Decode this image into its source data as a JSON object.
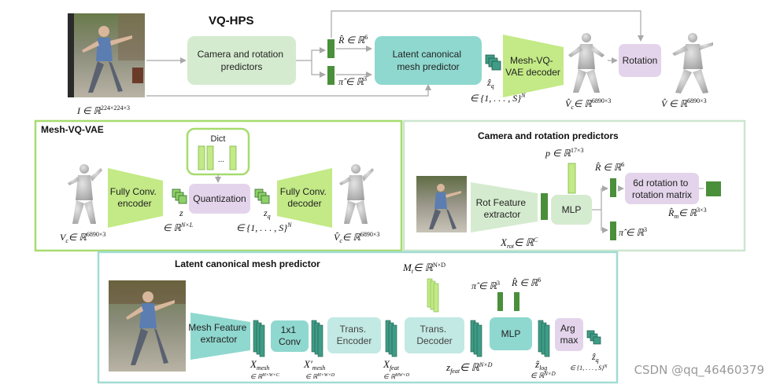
{
  "top": {
    "title": "VQ-HPS",
    "input_math": "I ∈ ℝ^{224×224×3}",
    "input_label_a": "I ∈ ℝ",
    "input_label_sup": "224×224×3",
    "camera_box": [
      "Camera and rotation",
      "predictors"
    ],
    "r_hat": "R̂ ∈ ℝ",
    "r_hat_sup": "6",
    "pi_hat": "π̂ ∈ ℝ",
    "pi_hat_sup": "3",
    "latent_box": [
      "Latent canonical",
      "mesh predictor"
    ],
    "zq_label": "ẑ",
    "zq_sub": "q",
    "zq_set": "∈ {1, . . . , S}",
    "zq_set_sup": "N",
    "decoder_box": [
      "Mesh-VQ-",
      "VAE decoder"
    ],
    "vc_label": "V̂",
    "vc_sub": "c",
    "vc_set": "∈ ℝ",
    "vc_set_sup": "6890×3",
    "rotation_box": "Rotation",
    "v_label": "V̂ ∈ ℝ",
    "v_sup": "6890×3"
  },
  "vqvae": {
    "title": "Mesh-VQ-VAE",
    "dict_label": "Dict",
    "dict_dots": "...",
    "encoder": [
      "Fully Conv.",
      "encoder"
    ],
    "quant": "Quantization",
    "decoder": [
      "Fully Conv.",
      "decoder"
    ],
    "z_label": "z",
    "z_set": "∈ ℝ",
    "z_set_sup": "N×L",
    "zq_label": "z",
    "zq_sub": "q",
    "zq_set": "∈ {1, . . . , S}",
    "zq_set_sup": "N",
    "vc_in": "V",
    "vc_in_sub": "c",
    "vc_in_set": "∈ ℝ",
    "vc_in_sup": "6890×3",
    "vc_out": "V̂",
    "vc_out_sub": "c",
    "vc_out_set": "∈ ℝ",
    "vc_out_sup": "6890×3"
  },
  "camera": {
    "title": "Camera and rotation predictors",
    "p_label": "p ∈ ℝ",
    "p_sup": "17×3",
    "extractor": [
      "Rot Feature",
      "extractor"
    ],
    "mlp": "MLP",
    "r_hat": "R̂ ∈ ℝ",
    "r_hat_sup": "6",
    "pi_hat": "π̂ ∈ ℝ",
    "pi_hat_sup": "3",
    "rot6d": [
      "6d rotation to",
      "rotation matrix"
    ],
    "xrot": "X",
    "xrot_sub": "rot",
    "xrot_set": "∈ ℝ",
    "xrot_sup": "C",
    "rm": "R̂",
    "rm_sub": "m",
    "rm_set": "∈ ℝ",
    "rm_sup": "3×3"
  },
  "latent": {
    "title": "Latent canonical mesh predictor",
    "mt": "M",
    "mt_sub": "t",
    "mt_set": "∈ ℝ",
    "mt_sup": "N×D",
    "pi_hat": "π̂ ∈ ℝ",
    "pi_hat_sup": "3",
    "r_hat": "R̂ ∈ ℝ",
    "r_hat_sup": "6",
    "feat_extractor": [
      "Mesh Feature",
      "extractor"
    ],
    "conv": [
      "1x1",
      "Conv"
    ],
    "encoder": [
      "Trans.",
      "Encoder"
    ],
    "decoder": [
      "Trans.",
      "Decoder"
    ],
    "mlp": "MLP",
    "argmax": [
      "Arg",
      "max"
    ],
    "xmesh": "X",
    "xmesh_sub": "mesh",
    "xmesh_set": "∈ ℝ",
    "xmesh_sup": "H×W×C",
    "xmeshp": "X′",
    "xmeshp_sub": "mesh",
    "xmeshp_set": "∈ ℝ",
    "xmeshp_sup": "H×W×D",
    "xfeat": "X",
    "xfeat_sub": "feat",
    "xfeat_set": "∈ ℝ",
    "xfeat_sup": "HW×D",
    "zfeat": "z",
    "zfeat_sub": "feat",
    "zfeat_set": "∈ ℝ",
    "zfeat_sup": "N×D",
    "zlog": "ẑ",
    "zlog_sub": "log",
    "zlog_set": "∈ ℝ",
    "zlog_sup": "N×D",
    "zq": "ẑ",
    "zq_sub": "q",
    "zq_set": "∈ {1, . . . , S}",
    "zq_sup": "N"
  },
  "watermark": "CSDN @qq_46460379",
  "colors": {
    "green_box": "#d5ebcf",
    "teal_box": "#8fd8cf",
    "teal_light": "#c2e9e3",
    "lavender": "#e3d4eb",
    "lime": "#c3ea86",
    "dark_green": "#4a8f3a",
    "vqvae_border": "#a6dc6e",
    "camera_border": "#cde6cf",
    "latent_border": "#a2dcd3",
    "tensor_teal": "#3f9c86"
  }
}
